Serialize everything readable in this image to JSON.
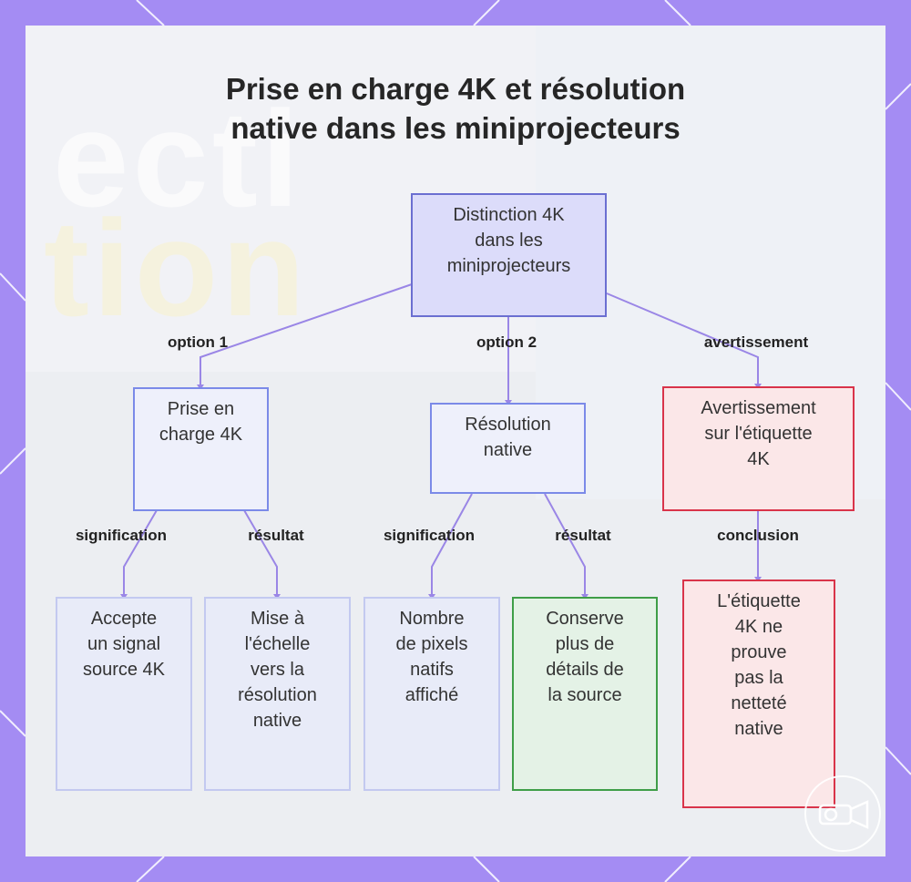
{
  "title": "Prise en charge 4K et résolution\nnative dans les miniprojecteurs",
  "nodes": {
    "root": "Distinction 4K\ndans les\nminiprojecteurs",
    "support4k": "Prise en\ncharge 4K",
    "native": "Résolution\nnative",
    "warning": "Avertissement\nsur l'étiquette\n4K",
    "accepts": "Accepte\nun signal\nsource 4K",
    "scaling": "Mise à\nl'échelle\nvers la\nrésolution\nnative",
    "pixels": "Nombre\nde pixels\nnatifs\naffiché",
    "details": "Conserve\nplus de\ndétails de\nla source",
    "label": "L'étiquette\n4K ne\nprouve\npas la\nnetteté\nnative"
  },
  "edges": {
    "option1": "option 1",
    "option2": "option 2",
    "warning": "avertissement",
    "meaning1": "signification",
    "result1": "résultat",
    "meaning2": "signification",
    "result2": "résultat",
    "conclusion": "conclusion"
  },
  "background_text": {
    "line1": "ecti",
    "line2": "tion"
  },
  "colors": {
    "frame": "#a48cf3",
    "connector": "#9a86e6",
    "root_fill": "#dcdcfa",
    "warning_border": "#d9344a",
    "details_border": "#3f9e48"
  }
}
